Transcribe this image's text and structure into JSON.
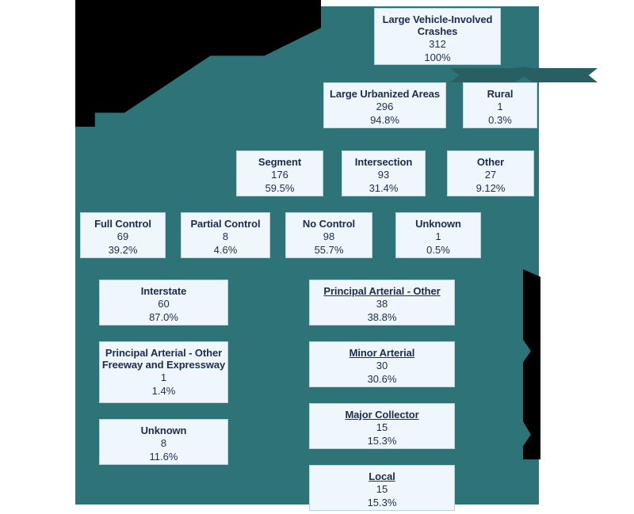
{
  "colors": {
    "canvas_teal": "#2d7378",
    "box_fill": "#f0f7fc",
    "box_border": "#b9d4dd",
    "text_navy": "#1b2c4f",
    "connector_dark_teal": "#285f63",
    "mask_black": "#000000"
  },
  "chart_data": {
    "type": "diagram",
    "title": "Large Vehicle-Involved Crashes",
    "levels": [
      {
        "level": 1,
        "nodes": [
          {
            "title": "Large Vehicle-Involved Crashes",
            "count": "312",
            "pct": "100%"
          }
        ]
      },
      {
        "level": 2,
        "nodes": [
          {
            "title": "Large Urbanized Areas",
            "count": "296",
            "pct": "94.8%"
          },
          {
            "title": "Rural",
            "count": "1",
            "pct": "0.3%"
          }
        ]
      },
      {
        "level": 3,
        "nodes": [
          {
            "title": "Segment",
            "count": "176",
            "pct": "59.5%"
          },
          {
            "title": "Intersection",
            "count": "93",
            "pct": "31.4%"
          },
          {
            "title": "Other",
            "count": "27",
            "pct": "9.12%"
          }
        ]
      },
      {
        "level": 4,
        "nodes": [
          {
            "title": "Full Control",
            "count": "69",
            "pct": "39.2%"
          },
          {
            "title": "Partial Control",
            "count": "8",
            "pct": "4.6%"
          },
          {
            "title": "No Control",
            "count": "98",
            "pct": "55.7%"
          },
          {
            "title": "Unknown",
            "count": "1",
            "pct": "0.5%"
          }
        ]
      },
      {
        "level": 5,
        "column": "left",
        "nodes": [
          {
            "title": "Interstate",
            "count": "60",
            "pct": "87.0%"
          },
          {
            "title": "Principal Arterial - Other Freeway and Expressway",
            "title_line1": "Principal Arterial - Other",
            "title_line2": "Freeway and Expressway",
            "count": "1",
            "pct": "1.4%"
          },
          {
            "title": "Unknown",
            "count": "8",
            "pct": "11.6%"
          }
        ]
      },
      {
        "level": 5,
        "column": "right",
        "nodes": [
          {
            "title": "Principal Arterial - Other",
            "count": "38",
            "pct": "38.8%",
            "underlined": true
          },
          {
            "title": "Minor Arterial",
            "count": "30",
            "pct": "30.6%",
            "underlined": true
          },
          {
            "title": "Major Collector",
            "count": "15",
            "pct": "15.3%",
            "underlined": true
          },
          {
            "title": "Local",
            "count": "15",
            "pct": "15.3%",
            "underlined": true
          }
        ]
      }
    ]
  },
  "nodes": {
    "root": {
      "title": "Large Vehicle-Involved",
      "title2": "Crashes",
      "count": "312",
      "pct": "100%"
    },
    "urban": {
      "title": "Large Urbanized Areas",
      "count": "296",
      "pct": "94.8%"
    },
    "rural": {
      "title": "Rural",
      "count": "1",
      "pct": "0.3%"
    },
    "segment": {
      "title": "Segment",
      "count": "176",
      "pct": "59.5%"
    },
    "intersection": {
      "title": "Intersection",
      "count": "93",
      "pct": "31.4%"
    },
    "other": {
      "title": "Other",
      "count": "27",
      "pct": "9.12%"
    },
    "full_control": {
      "title": "Full Control",
      "count": "69",
      "pct": "39.2%"
    },
    "partial_control": {
      "title": "Partial Control",
      "count": "8",
      "pct": "4.6%"
    },
    "no_control": {
      "title": "No Control",
      "count": "98",
      "pct": "55.7%"
    },
    "unknown_control": {
      "title": "Unknown",
      "count": "1",
      "pct": "0.5%"
    },
    "interstate": {
      "title": "Interstate",
      "count": "60",
      "pct": "87.0%"
    },
    "pa_freeway": {
      "title": "Principal Arterial - Other",
      "title2": "Freeway and Expressway",
      "count": "1",
      "pct": "1.4%"
    },
    "unknown_fc": {
      "title": "Unknown",
      "count": "8",
      "pct": "11.6%"
    },
    "pa_other": {
      "title": "Principal Arterial - Other",
      "count": "38",
      "pct": "38.8%"
    },
    "minor_arterial": {
      "title": "Minor Arterial",
      "count": "30",
      "pct": "30.6%"
    },
    "major_collector": {
      "title": "Major Collector",
      "count": "15",
      "pct": "15.3%"
    },
    "local": {
      "title": "Local",
      "count": "15",
      "pct": "15.3%"
    }
  }
}
